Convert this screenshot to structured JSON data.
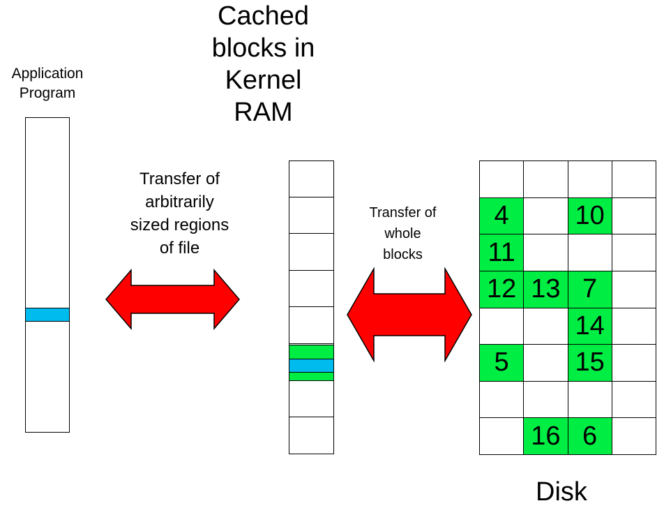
{
  "labels": {
    "application": "Application\nProgram",
    "cache_title": "Cached\nblocks in\nKernel\nRAM",
    "transfer_regions": "Transfer of\narbitrarily\nsized regions\nof file",
    "transfer_blocks": "Transfer of\nwhole\nblocks",
    "disk": "Disk"
  },
  "colors": {
    "cached_block": "#00ee44",
    "region": "#00bbee",
    "arrow": "#ff0000"
  },
  "cache": {
    "block_count": 8,
    "highlighted_block_index": 5
  },
  "disk": {
    "columns": 4,
    "rows": 8,
    "cells": [
      [
        "",
        "",
        "",
        ""
      ],
      [
        "4",
        "",
        "10",
        ""
      ],
      [
        "11",
        "",
        "",
        ""
      ],
      [
        "12",
        "13",
        "7",
        ""
      ],
      [
        "",
        "",
        "14",
        ""
      ],
      [
        "5",
        "",
        "15",
        ""
      ],
      [
        "",
        "",
        "",
        ""
      ],
      [
        "",
        "16",
        "6",
        ""
      ]
    ]
  }
}
